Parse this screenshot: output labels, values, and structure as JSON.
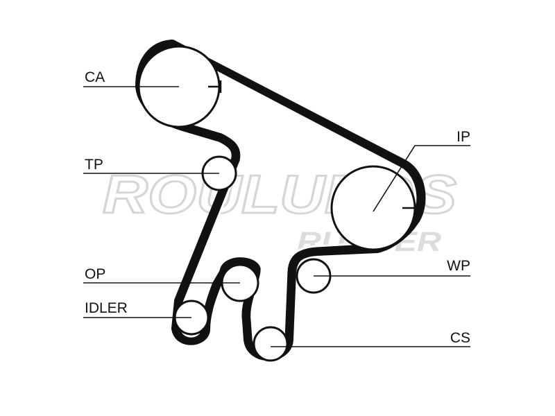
{
  "watermark": {
    "line1": "ROULUNDS",
    "line2": "RUBBER",
    "color": "#d9d9d9"
  },
  "labels": {
    "ca": "CA",
    "tp": "TP",
    "ip": "IP",
    "op": "OP",
    "wp": "WP",
    "idler": "IDLER",
    "cs": "CS"
  },
  "colors": {
    "belt": "#111111",
    "background": "#ffffff"
  }
}
